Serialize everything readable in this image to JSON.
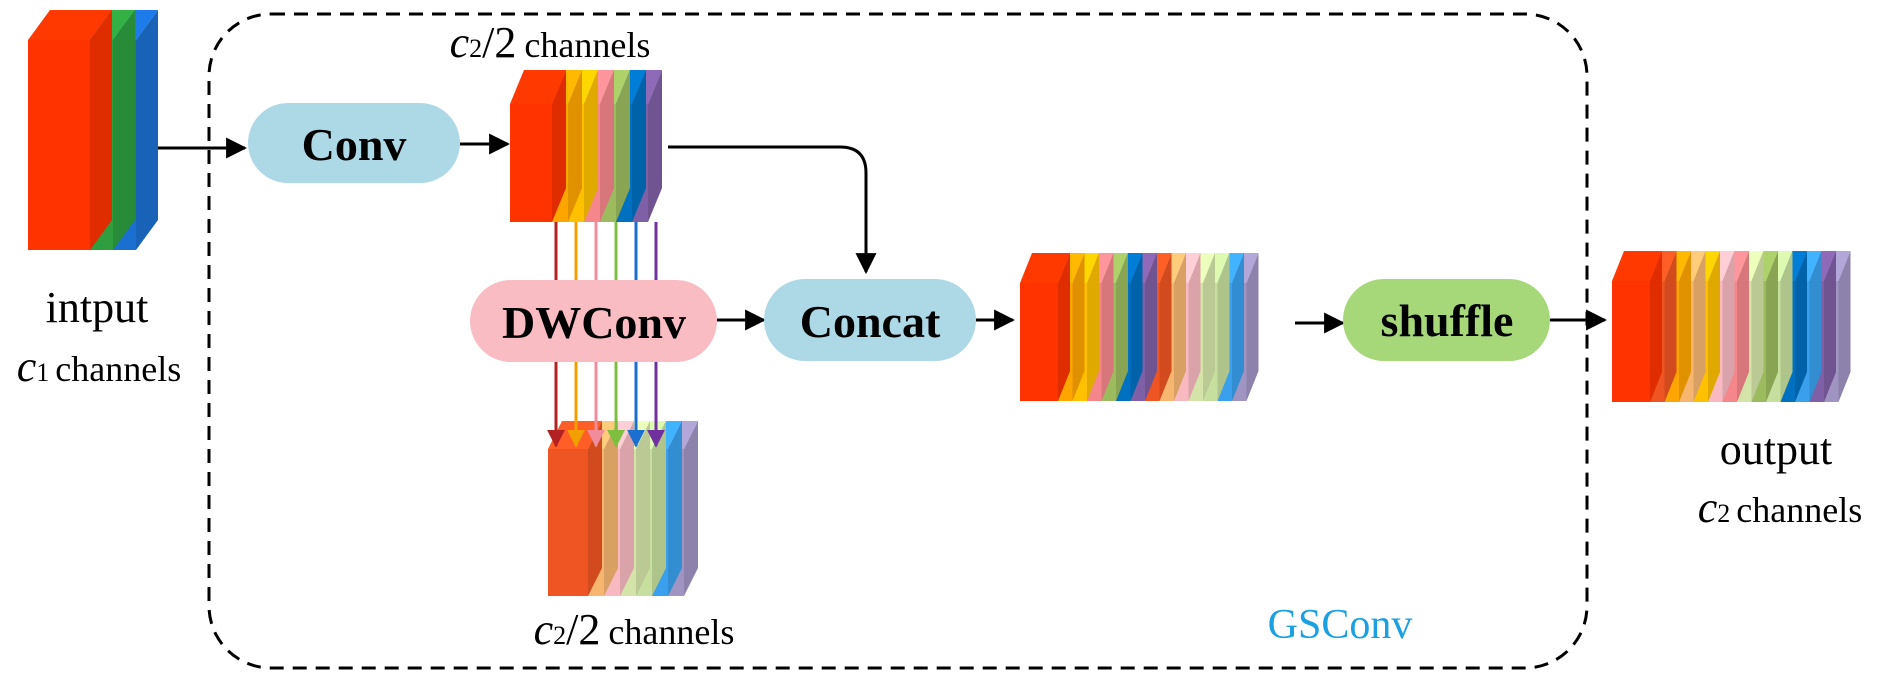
{
  "input": {
    "title": "intput",
    "sym": "c",
    "sub": "1",
    "suffix": "channels"
  },
  "conv_out": {
    "sym": "c",
    "sub": "2",
    "rest": "/2",
    "suffix": "channels"
  },
  "dw_out": {
    "sym": "c",
    "sub": "2",
    "rest": "/2",
    "suffix": "channels"
  },
  "output": {
    "title": "output",
    "sym": "c",
    "sub": "2",
    "suffix": "channels"
  },
  "nodes": {
    "conv": "Conv",
    "dwconv": "DWConv",
    "concat": "Concat",
    "shuffle": "shuffle"
  },
  "module_label": "GSConv",
  "colors": {
    "conv": "#add8e6",
    "dwconv": "#f8bcc2",
    "concat": "#add8e6",
    "shuffle": "#a6d87a",
    "module_label": "#1ba1e2",
    "input_slices": [
      "#ff3300",
      "#2e9e3e",
      "#1b6fd1"
    ],
    "conv_slices": [
      "#ff3300",
      "#ffa500",
      "#ffc000",
      "#f4868c",
      "#9cbb5e",
      "#0070c0",
      "#7f5fa5"
    ],
    "dw_slices": [
      "#ee5522",
      "#f6b66f",
      "#f8b9c1",
      "#d4e4a8",
      "#c6df9e",
      "#3aa0ee",
      "#a094c2"
    ],
    "dw_arrows": [
      "#b22222",
      "#f0a000",
      "#f08c9c",
      "#7fbf3f",
      "#1b6fd1",
      "#7030a0"
    ],
    "concat_slices": [
      "#ff3300",
      "#ffa500",
      "#ffc000",
      "#f4868c",
      "#9cbb5e",
      "#0070c0",
      "#7f5fa5",
      "#ee5522",
      "#f6b66f",
      "#f8b9c1",
      "#d4e4a8",
      "#c6df9e",
      "#3aa0ee",
      "#a094c2"
    ],
    "shuffle_slices": [
      "#ff3300",
      "#ee5522",
      "#ffa500",
      "#f6b66f",
      "#ffc000",
      "#f8b9c1",
      "#f4868c",
      "#d4e4a8",
      "#9cbb5e",
      "#c6df9e",
      "#0070c0",
      "#3aa0ee",
      "#7f5fa5",
      "#a094c2"
    ]
  }
}
